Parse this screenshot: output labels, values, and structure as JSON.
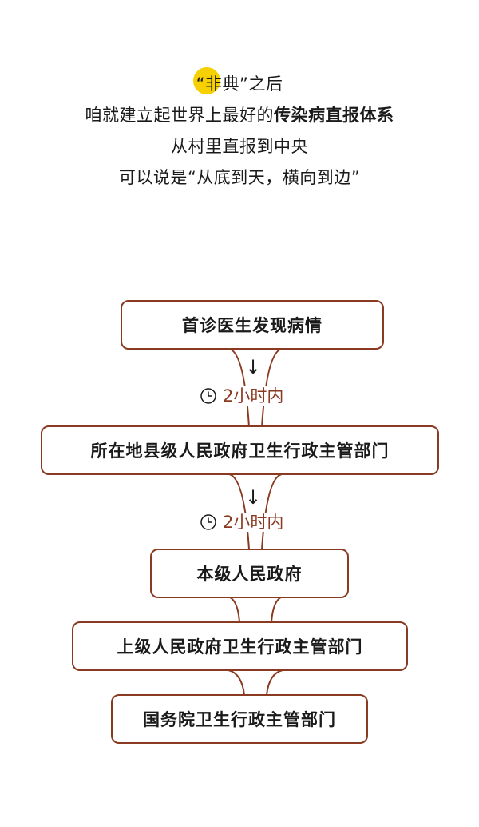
{
  "intro": {
    "line1_highlight": "“非",
    "line1_rest": "典”之后",
    "line2_normal": "咱就建立起世界上最好的",
    "line2_bold": "传染病直报体系",
    "line3": "从村里直报到中央",
    "line4": "可以说是“从底到天，横向到边”"
  },
  "flow": {
    "step1": "首诊医生发现病情",
    "arrow1": "↓",
    "time1": "2小时内",
    "step2": "所在地县级人民政府卫生行政主管部门",
    "arrow2": "↓",
    "time2": "2小时内",
    "step3": "本级人民政府",
    "step4": "上级人民政府卫生行政主管部门",
    "step5": "国务院卫生行政主管部门"
  },
  "colors": {
    "accent": "#8b3a22",
    "highlight": "#f6d000",
    "text": "#1a1a1a"
  }
}
